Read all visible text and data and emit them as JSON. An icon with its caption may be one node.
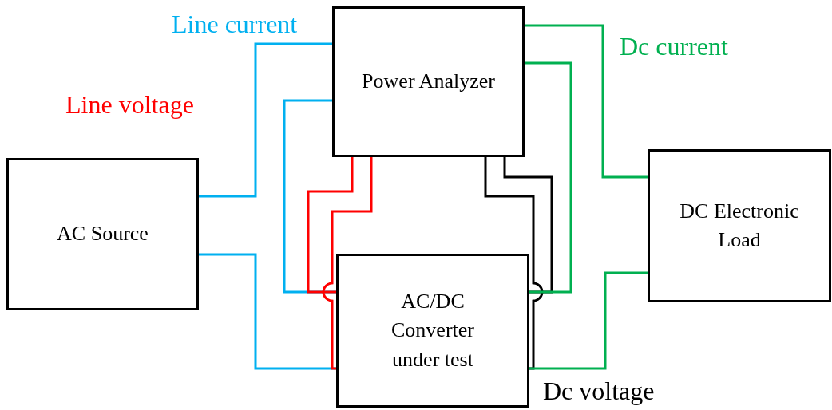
{
  "diagram": {
    "nodes": [
      {
        "text": [
          "Power Analyzer"
        ]
      },
      {
        "text": [
          "AC Source"
        ]
      },
      {
        "text": [
          "AC/DC Converter under test"
        ]
      },
      {
        "text": [
          "DC Electronic Load"
        ]
      }
    ],
    "edges": [
      {
        "from": 1,
        "to": 0,
        "arrow": "none",
        "color": "#00b0f0"
      },
      {
        "from": 0,
        "to": 2,
        "arrow": "none",
        "color": "#00b0f0"
      },
      {
        "from": 1,
        "to": 2,
        "arrow": "none",
        "color": "#00b0f0"
      },
      {
        "from": 0,
        "to": 2,
        "arrow": "none",
        "color": "#ff0000"
      },
      {
        "from": 0,
        "to": 2,
        "arrow": "none",
        "color": "#ff0000"
      },
      {
        "from": 0,
        "to": 2,
        "arrow": "none",
        "color": "#000000"
      },
      {
        "from": 0,
        "to": 2,
        "arrow": "none",
        "color": "#000000"
      },
      {
        "from": 0,
        "to": 3,
        "arrow": "none",
        "color": "#00b050"
      },
      {
        "from": 0,
        "to": 2,
        "arrow": "none",
        "color": "#00b050"
      },
      {
        "from": 2,
        "to": 3,
        "arrow": "none",
        "color": "#00b050"
      }
    ],
    "labels": [
      "Line current",
      "Dc current",
      "Line voltage",
      "Dc voltage"
    ]
  }
}
